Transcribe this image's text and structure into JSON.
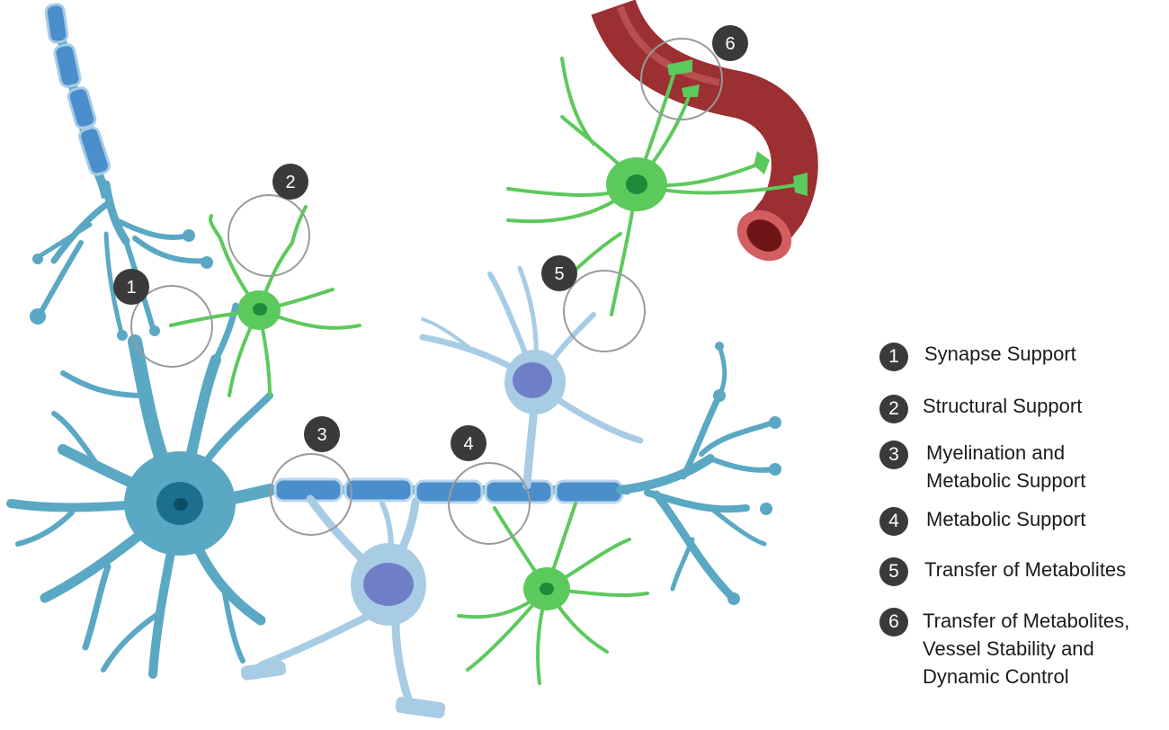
{
  "colors": {
    "neuron": "#5aa8c4",
    "neuron_nucleus": "#1d6f8f",
    "myelin": "#4a8fcc",
    "oligodendrocyte": "#a9cce5",
    "oligo_nucleus": "#6e7fc8",
    "astrocyte": "#5cc95c",
    "astro_nucleus": "#1e8a3a",
    "vessel": "#9b2f32",
    "vessel_lumen": "#e07a7e",
    "marker": "#3a3a3a",
    "highlight_ring": "#9a9a9a"
  },
  "markers": [
    "1",
    "2",
    "3",
    "4",
    "5",
    "6"
  ],
  "legend": [
    {
      "number": "1",
      "label": "Synapse Support"
    },
    {
      "number": "2",
      "label": "Structural Support"
    },
    {
      "number": "3",
      "label": "Myelination and\nMetabolic Support"
    },
    {
      "number": "4",
      "label": "Metabolic Support"
    },
    {
      "number": "5",
      "label": "Transfer of Metabolites"
    },
    {
      "number": "6",
      "label": "Transfer of Metabolites,\nVessel Stability and\nDynamic Control"
    }
  ]
}
